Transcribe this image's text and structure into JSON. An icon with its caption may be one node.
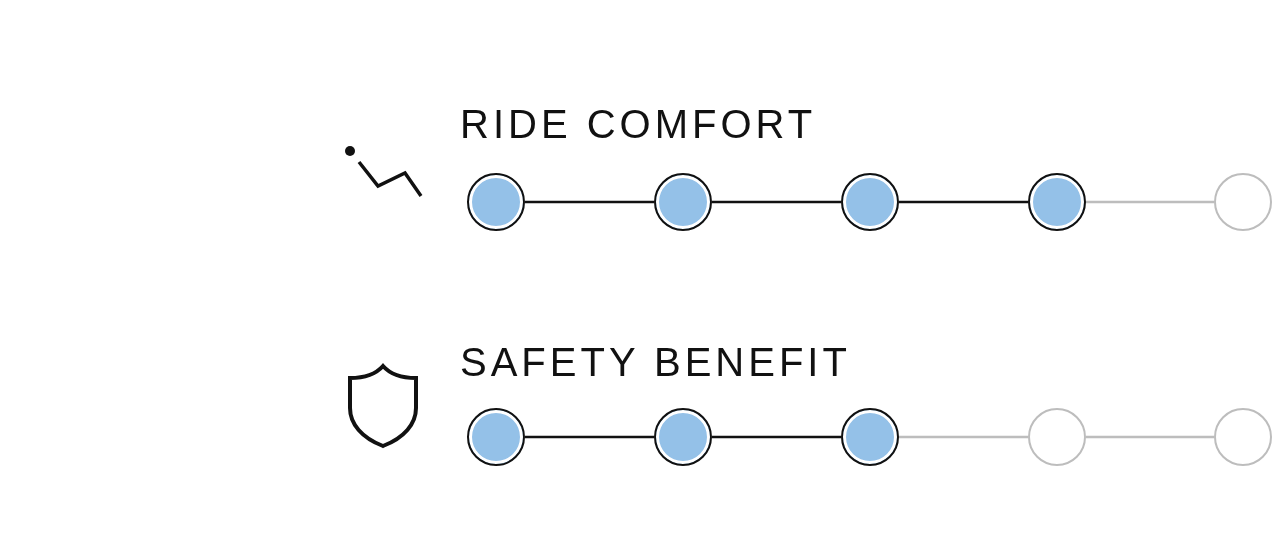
{
  "diagram": {
    "nodes": [
      {
        "text": [],
        "shape": "circle"
      },
      {
        "text": [],
        "shape": "circle"
      },
      {
        "text": [],
        "shape": "circle"
      },
      {
        "text": [],
        "shape": "circle"
      },
      {
        "text": [],
        "shape": "circle"
      },
      {
        "text": [],
        "shape": "circle"
      },
      {
        "text": [],
        "shape": "circle"
      },
      {
        "text": [],
        "shape": "circle"
      },
      {
        "text": [],
        "shape": "circle"
      },
      {
        "text": [],
        "shape": "circle"
      }
    ],
    "edges": [
      {
        "from": 0,
        "to": 1,
        "arrow": "none"
      },
      {
        "from": 1,
        "to": 2,
        "arrow": "none"
      },
      {
        "from": 2,
        "to": 3,
        "arrow": "none"
      },
      {
        "from": 3,
        "to": 4,
        "arrow": "none",
        "color": "#bdbdbd"
      },
      {
        "from": 5,
        "to": 6,
        "arrow": "none"
      },
      {
        "from": 6,
        "to": 7,
        "arrow": "none"
      },
      {
        "from": 7,
        "to": 8,
        "arrow": "none",
        "color": "#bdbdbd"
      },
      {
        "from": 8,
        "to": 9,
        "arrow": "none",
        "color": "#bdbdbd"
      }
    ],
    "labels": [
      "RIDE COMFORT",
      "SAFETY BENEFIT"
    ]
  }
}
